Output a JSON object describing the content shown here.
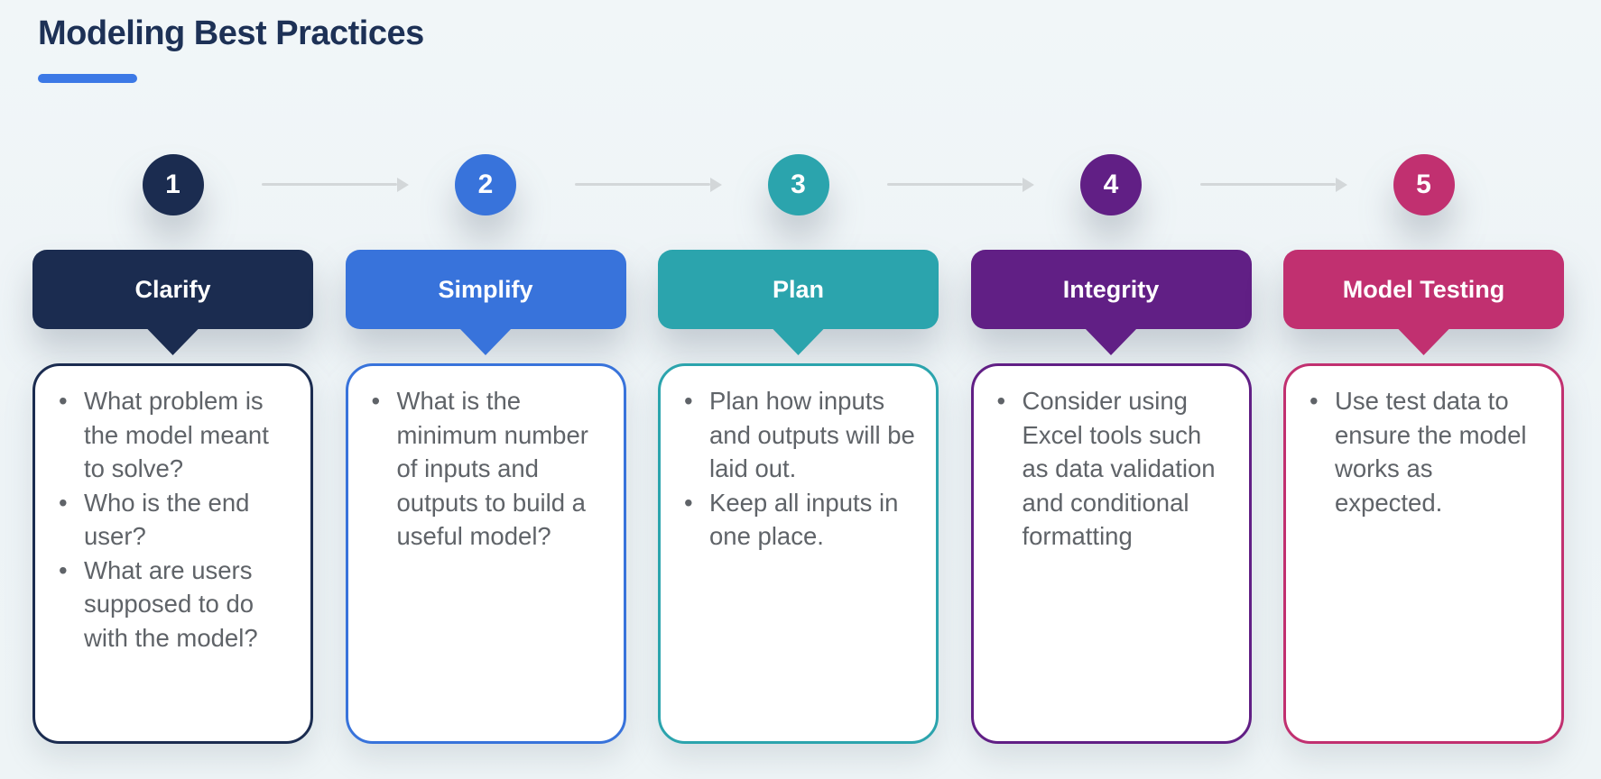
{
  "title": "Modeling Best Practices",
  "accent_underline_color": "#3c79e6",
  "arrow_color": "#d3d7d9",
  "body_text_color": "#5f6368",
  "background_color": "#eef4f6",
  "steps": [
    {
      "number": "1",
      "title": "Clarify",
      "color": "#1b2c50",
      "bullets": [
        "What problem is the model meant to solve?",
        "Who is the end user?",
        "What are users supposed to do with the model?"
      ]
    },
    {
      "number": "2",
      "title": "Simplify",
      "color": "#3873db",
      "bullets": [
        "What is the minimum number of inputs and outputs to build a useful model?"
      ]
    },
    {
      "number": "3",
      "title": "Plan",
      "color": "#2ba4ad",
      "bullets": [
        "Plan how inputs and outputs will be laid out.",
        "Keep all inputs in one place."
      ]
    },
    {
      "number": "4",
      "title": "Integrity",
      "color": "#611f85",
      "bullets": [
        "Consider using Excel tools such as data validation and conditional formatting"
      ]
    },
    {
      "number": "5",
      "title": "Model Testing",
      "color": "#c13070",
      "bullets": [
        "Use test data to ensure the model works as expected."
      ]
    }
  ]
}
